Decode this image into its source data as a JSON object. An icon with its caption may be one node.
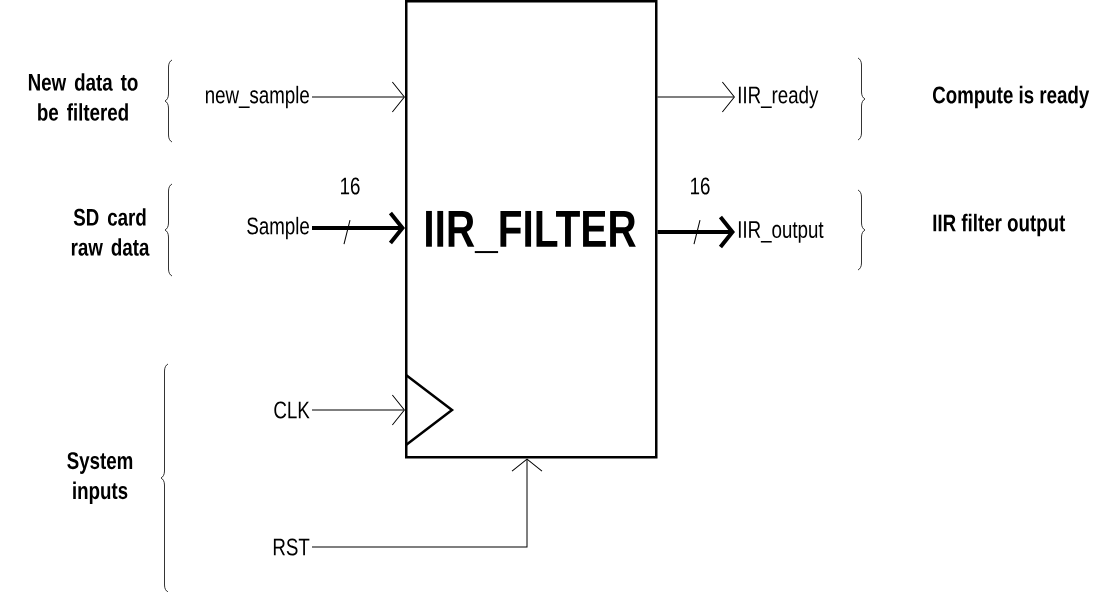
{
  "diagram": {
    "nodes": [
      {
        "text": [
          "IIR_FILTER"
        ]
      },
      {
        "text": [
          "new_sample"
        ]
      },
      {
        "text": [
          "Sample"
        ]
      },
      {
        "text": [
          "CLK"
        ]
      },
      {
        "text": [
          "RST"
        ]
      },
      {
        "text": [
          "IIR_ready"
        ]
      },
      {
        "text": [
          "IIR_output"
        ]
      }
    ],
    "edges": [
      {
        "from": 1,
        "to": 0,
        "arrow": "to"
      },
      {
        "from": 2,
        "to": 0,
        "arrow": "to",
        "label": "16",
        "style": "thick"
      },
      {
        "from": 3,
        "to": 0,
        "arrow": "to"
      },
      {
        "from": 4,
        "to": 0,
        "arrow": "to"
      },
      {
        "from": 0,
        "to": 5,
        "arrow": "to"
      },
      {
        "from": 0,
        "to": 6,
        "arrow": "to",
        "label": "16",
        "style": "thick"
      }
    ],
    "labels": [
      "New data to be filtered",
      "Compute is ready",
      "SD card raw data",
      "IIR filter output",
      "System inputs"
    ]
  }
}
